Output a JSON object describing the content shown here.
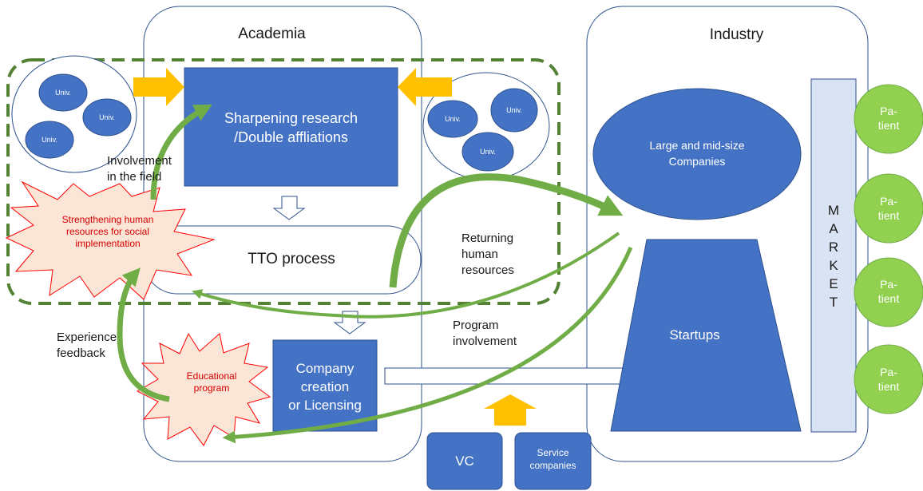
{
  "academia": {
    "title": "Academia"
  },
  "industry": {
    "title": "Industry"
  },
  "univ": {
    "label": "Univ."
  },
  "sharpening": {
    "label": "Sharpening research\n/Double affliations"
  },
  "tto": {
    "label": "TTO process"
  },
  "company_creation": {
    "label": "Company\ncreation\nor Licensing"
  },
  "large_companies": {
    "label": "Large and mid-size\nCompanies"
  },
  "startups": {
    "label": "Startups"
  },
  "market": {
    "label": "M\nA\nR\nK\nE\nT"
  },
  "patient": {
    "label": "Pa-\ntient"
  },
  "vc": {
    "label": "VC"
  },
  "service_companies": {
    "label": "Service\ncompanies"
  },
  "strengthening": {
    "label": "Strengthening human\nresources for social\nimplementation"
  },
  "educational": {
    "label": "Educational\nprogram"
  },
  "involvement_field": {
    "label": "Involvement\nin the field"
  },
  "returning": {
    "label": "Returning\nhuman\nresources"
  },
  "program_involvement": {
    "label": "Program\ninvolvement"
  },
  "experience_feedback": {
    "label": "Experience\nfeedback"
  },
  "colors": {
    "blue_box": "#4472c4",
    "dark_blue_outline": "#2f528f",
    "green_arrow": "#70ad47",
    "green_dash": "#548235",
    "orange_arrow": "#ffc000",
    "market_fill": "#dae3f3",
    "burst_fill": "#fbe5d6",
    "burst_stroke": "#ff0000"
  }
}
